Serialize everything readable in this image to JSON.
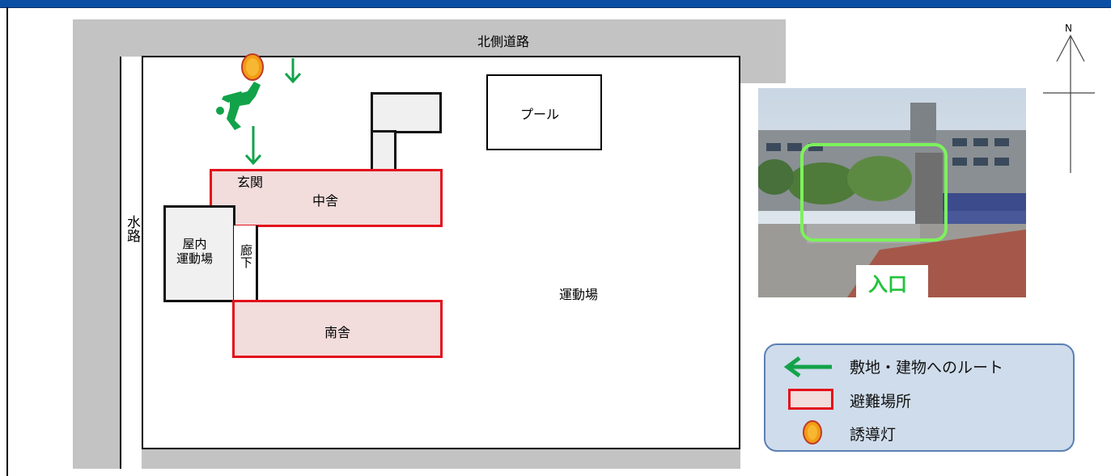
{
  "map": {
    "north_road": "北側道路",
    "waterway": "水路",
    "pool": "プール",
    "entrance": "玄関",
    "middle_building": "中舎",
    "indoor_gym": "屋内\n運動場",
    "corridor": "廊下",
    "south_building": "南舎",
    "playground": "運動場",
    "north_mark": "N"
  },
  "photo": {
    "entrance_label": "入口"
  },
  "legend": {
    "items": [
      {
        "icon": "green-arrow-icon",
        "label": "敷地・建物へのルート"
      },
      {
        "icon": "shelter-box-icon",
        "label": "避難場所"
      },
      {
        "icon": "guide-light-icon",
        "label": "誘導灯"
      }
    ]
  },
  "colors": {
    "route": "#12a34a",
    "shelter_border": "#e3101b",
    "shelter_fill": "#f2dcdc",
    "guide_light": "#f39c12",
    "road": "#c3c3c3",
    "header": "#0a4fa3"
  }
}
